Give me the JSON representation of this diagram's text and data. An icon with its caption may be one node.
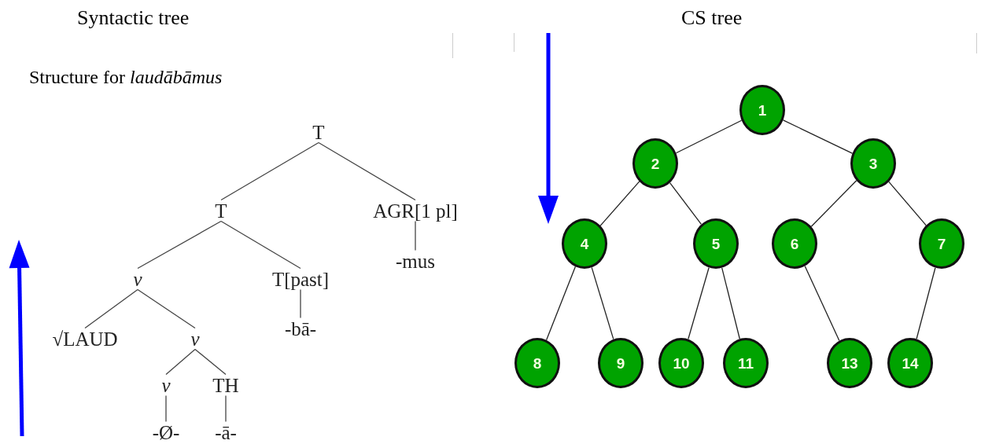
{
  "diagram": {
    "nodes": [
      {
        "text": [
          "T"
        ]
      },
      {
        "text": [
          "T"
        ]
      },
      {
        "text": [
          "AGR[1 pl]"
        ]
      },
      {
        "text": [
          "-mus"
        ]
      },
      {
        "text": [
          "v"
        ]
      },
      {
        "text": [
          "T[past]"
        ]
      },
      {
        "text": [
          "-bā-"
        ]
      },
      {
        "text": [
          "√LAUD"
        ]
      },
      {
        "text": [
          "v"
        ]
      },
      {
        "text": [
          "v"
        ]
      },
      {
        "text": [
          "TH"
        ]
      },
      {
        "text": [
          "-Ø-"
        ]
      },
      {
        "text": [
          "-ā-"
        ]
      },
      {
        "text": [
          "1"
        ]
      },
      {
        "text": [
          "2"
        ]
      },
      {
        "text": [
          "3"
        ]
      },
      {
        "text": [
          "4"
        ]
      },
      {
        "text": [
          "5"
        ]
      },
      {
        "text": [
          "6"
        ]
      },
      {
        "text": [
          "7"
        ]
      },
      {
        "text": [
          "8"
        ]
      },
      {
        "text": [
          "9"
        ]
      },
      {
        "text": [
          "10"
        ]
      },
      {
        "text": [
          "11"
        ]
      },
      {
        "text": [
          "13"
        ]
      },
      {
        "text": [
          "14"
        ]
      }
    ],
    "edges": [
      {
        "from": 0,
        "to": 1,
        "arrow": "none"
      },
      {
        "from": 0,
        "to": 2,
        "arrow": "none"
      },
      {
        "from": 2,
        "to": 3,
        "arrow": "none"
      },
      {
        "from": 1,
        "to": 4,
        "arrow": "none"
      },
      {
        "from": 1,
        "to": 5,
        "arrow": "none"
      },
      {
        "from": 5,
        "to": 6,
        "arrow": "none"
      },
      {
        "from": 4,
        "to": 7,
        "arrow": "none"
      },
      {
        "from": 4,
        "to": 8,
        "arrow": "none"
      },
      {
        "from": 8,
        "to": 9,
        "arrow": "none"
      },
      {
        "from": 8,
        "to": 10,
        "arrow": "none"
      },
      {
        "from": 9,
        "to": 11,
        "arrow": "none"
      },
      {
        "from": 10,
        "to": 12,
        "arrow": "none"
      },
      {
        "from": 13,
        "to": 14,
        "arrow": "none"
      },
      {
        "from": 13,
        "to": 15,
        "arrow": "none"
      },
      {
        "from": 14,
        "to": 16,
        "arrow": "none"
      },
      {
        "from": 14,
        "to": 17,
        "arrow": "none"
      },
      {
        "from": 15,
        "to": 18,
        "arrow": "none"
      },
      {
        "from": 15,
        "to": 19,
        "arrow": "none"
      },
      {
        "from": 16,
        "to": 20,
        "arrow": "none"
      },
      {
        "from": 16,
        "to": 21,
        "arrow": "none"
      },
      {
        "from": 17,
        "to": 22,
        "arrow": "none"
      },
      {
        "from": 17,
        "to": 23,
        "arrow": "none"
      },
      {
        "from": 18,
        "to": 24,
        "arrow": "none"
      },
      {
        "from": 19,
        "to": 25,
        "arrow": "none"
      }
    ],
    "labels": [
      "Syntactic tree",
      "CS tree",
      "Structure for *laudābāmus*"
    ]
  }
}
